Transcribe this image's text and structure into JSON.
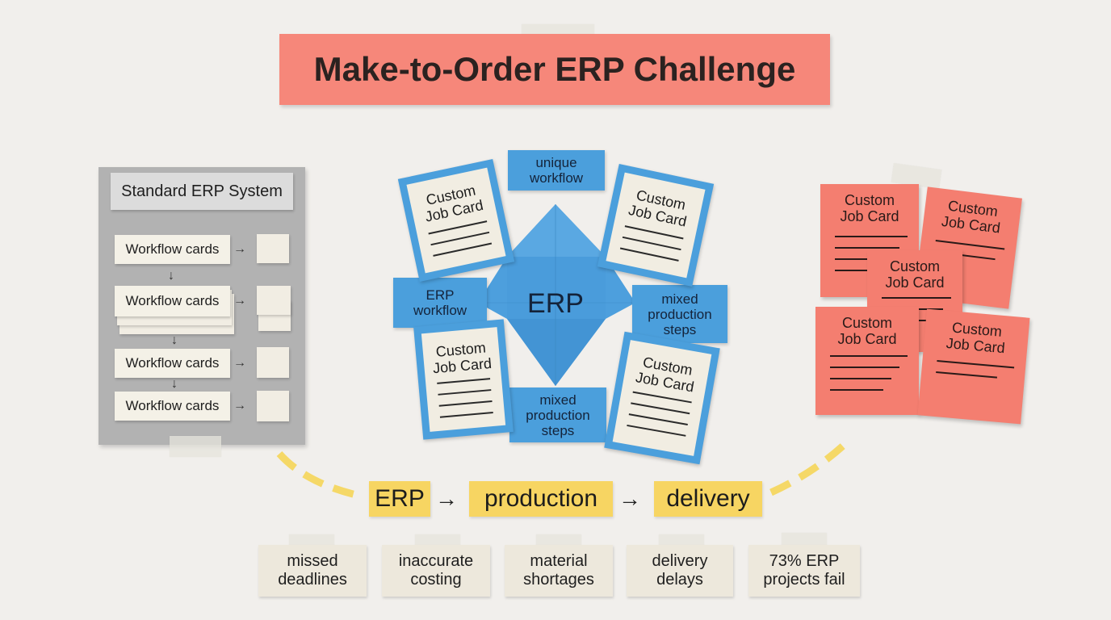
{
  "title": "Make-to-Order ERP Challenge",
  "standard_erp": {
    "title": "Standard ERP System",
    "workflow_cards": [
      "Workflow cards",
      "Workflow cards",
      "Workflow cards",
      "Workflow cards"
    ],
    "arrow_right": "→",
    "arrow_down": "↓"
  },
  "center": {
    "erp_label": "ERP",
    "unique_workflow": "unique\nworkflow",
    "erp_workflow": "ERP\nworkflow",
    "mixed_steps_right": "mixed\nproduction\nsteps",
    "mixed_steps_bottom": "mixed\nproduction\nsteps",
    "job_cards": [
      "Custom\nJob Card",
      "Custom\nJob Card",
      "Custom\nJob Card",
      "Custom\nJob Card"
    ]
  },
  "custom_cards": [
    "Custom\nJob Card",
    "Custom\nJob Card",
    "Custom\nJob Card",
    "Custom\nJob Card",
    "Custom\nJob Card"
  ],
  "flow": {
    "steps": [
      "ERP",
      "production",
      "delivery"
    ],
    "arrow": "→"
  },
  "outcomes": [
    "missed\ndeadlines",
    "inaccurate\ncosting",
    "material\nshortages",
    "delivery\ndelays",
    "73% ERP\nprojects fail"
  ],
  "colors": {
    "title_bg": "#f6877a",
    "erp_blue": "#4b9fdc",
    "custom_red": "#f47e70",
    "flow_yellow": "#f7d562",
    "dash_yellow": "#f5d867"
  }
}
